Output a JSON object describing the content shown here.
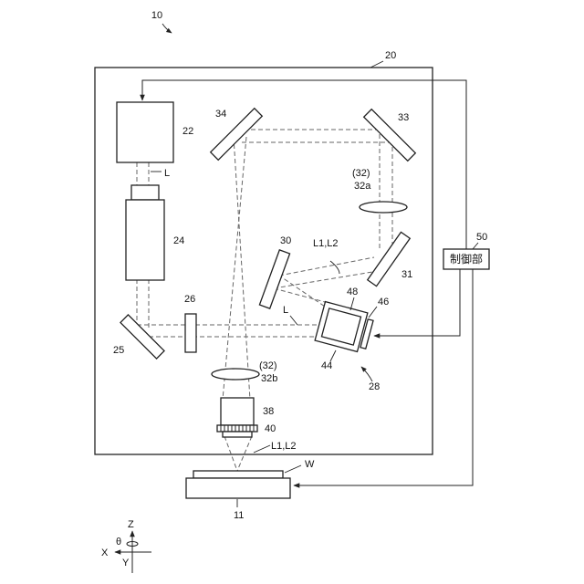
{
  "figure_label": "10",
  "labels": {
    "housing": "20",
    "laser_source": "22",
    "beam_l_top": "L",
    "expander": "24",
    "mirror_25": "25",
    "element_26": "26",
    "scanner": "28",
    "mirror_30": "30",
    "mirror_31": "31",
    "mirror_33": "33",
    "mirror_34": "34",
    "lens_32a_paren": "(32)",
    "lens_32a": "32a",
    "lens_32b_paren": "(32)",
    "lens_32b": "32b",
    "objective": "38",
    "ring": "40",
    "scanner_body": "44",
    "scanner_part_46": "46",
    "scanner_part_48": "48",
    "controller_ref": "50",
    "controller_text": "制御部",
    "beam_l1l2_upper": "L1,L2",
    "beam_l_mid": "L",
    "beam_l1l2_lower": "L1,L2",
    "workpiece": "W",
    "stage": "11",
    "axis_z": "Z",
    "axis_x": "X",
    "axis_y": "Y",
    "axis_theta": "θ"
  }
}
